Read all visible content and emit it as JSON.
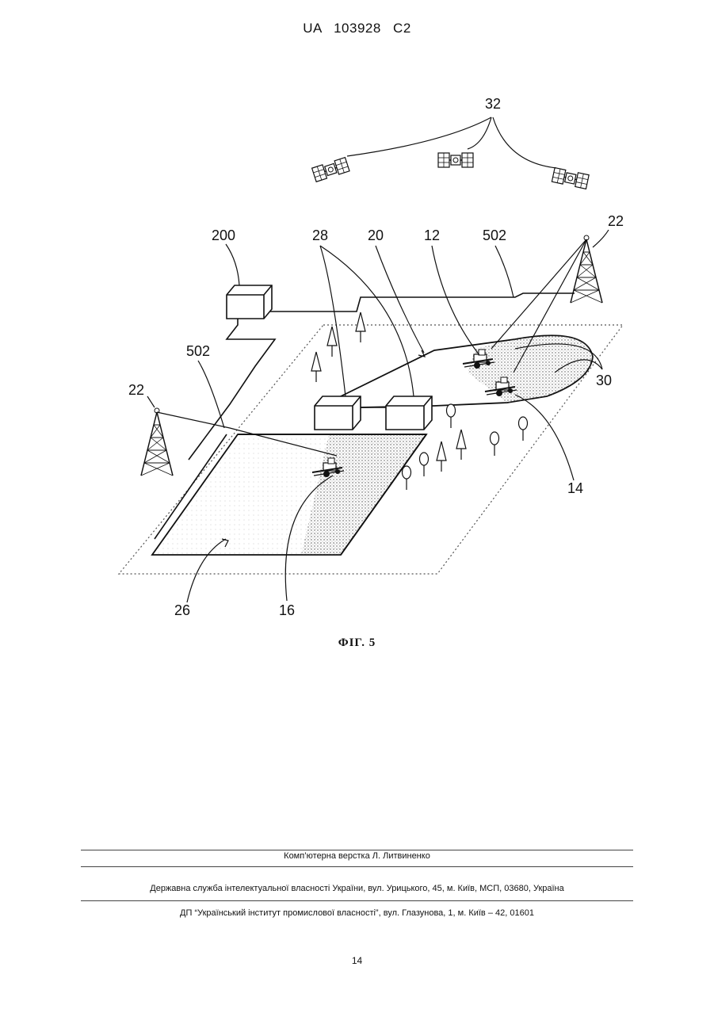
{
  "header": {
    "patent_number": "UA   103928   C2"
  },
  "figure": {
    "caption": "ФІГ. 5",
    "labels": {
      "l32": "32",
      "l200": "200",
      "l28": "28",
      "l20": "20",
      "l12": "12",
      "l502_top": "502",
      "l22_right": "22",
      "l502_left": "502",
      "l22_left": "22",
      "l30": "30",
      "l14": "14",
      "l26": "26",
      "l16": "16"
    }
  },
  "footer": {
    "layout": "Комп’ютерна верстка Л. Литвиненко",
    "agency": "Державна служба інтелектуальної власності України, вул. Урицького, 45, м. Київ, МСП, 03680, Україна",
    "institute": "ДП “Український інститут промислової власності”, вул. Глазунова, 1, м. Київ – 42, 01601"
  },
  "page_number": "14"
}
